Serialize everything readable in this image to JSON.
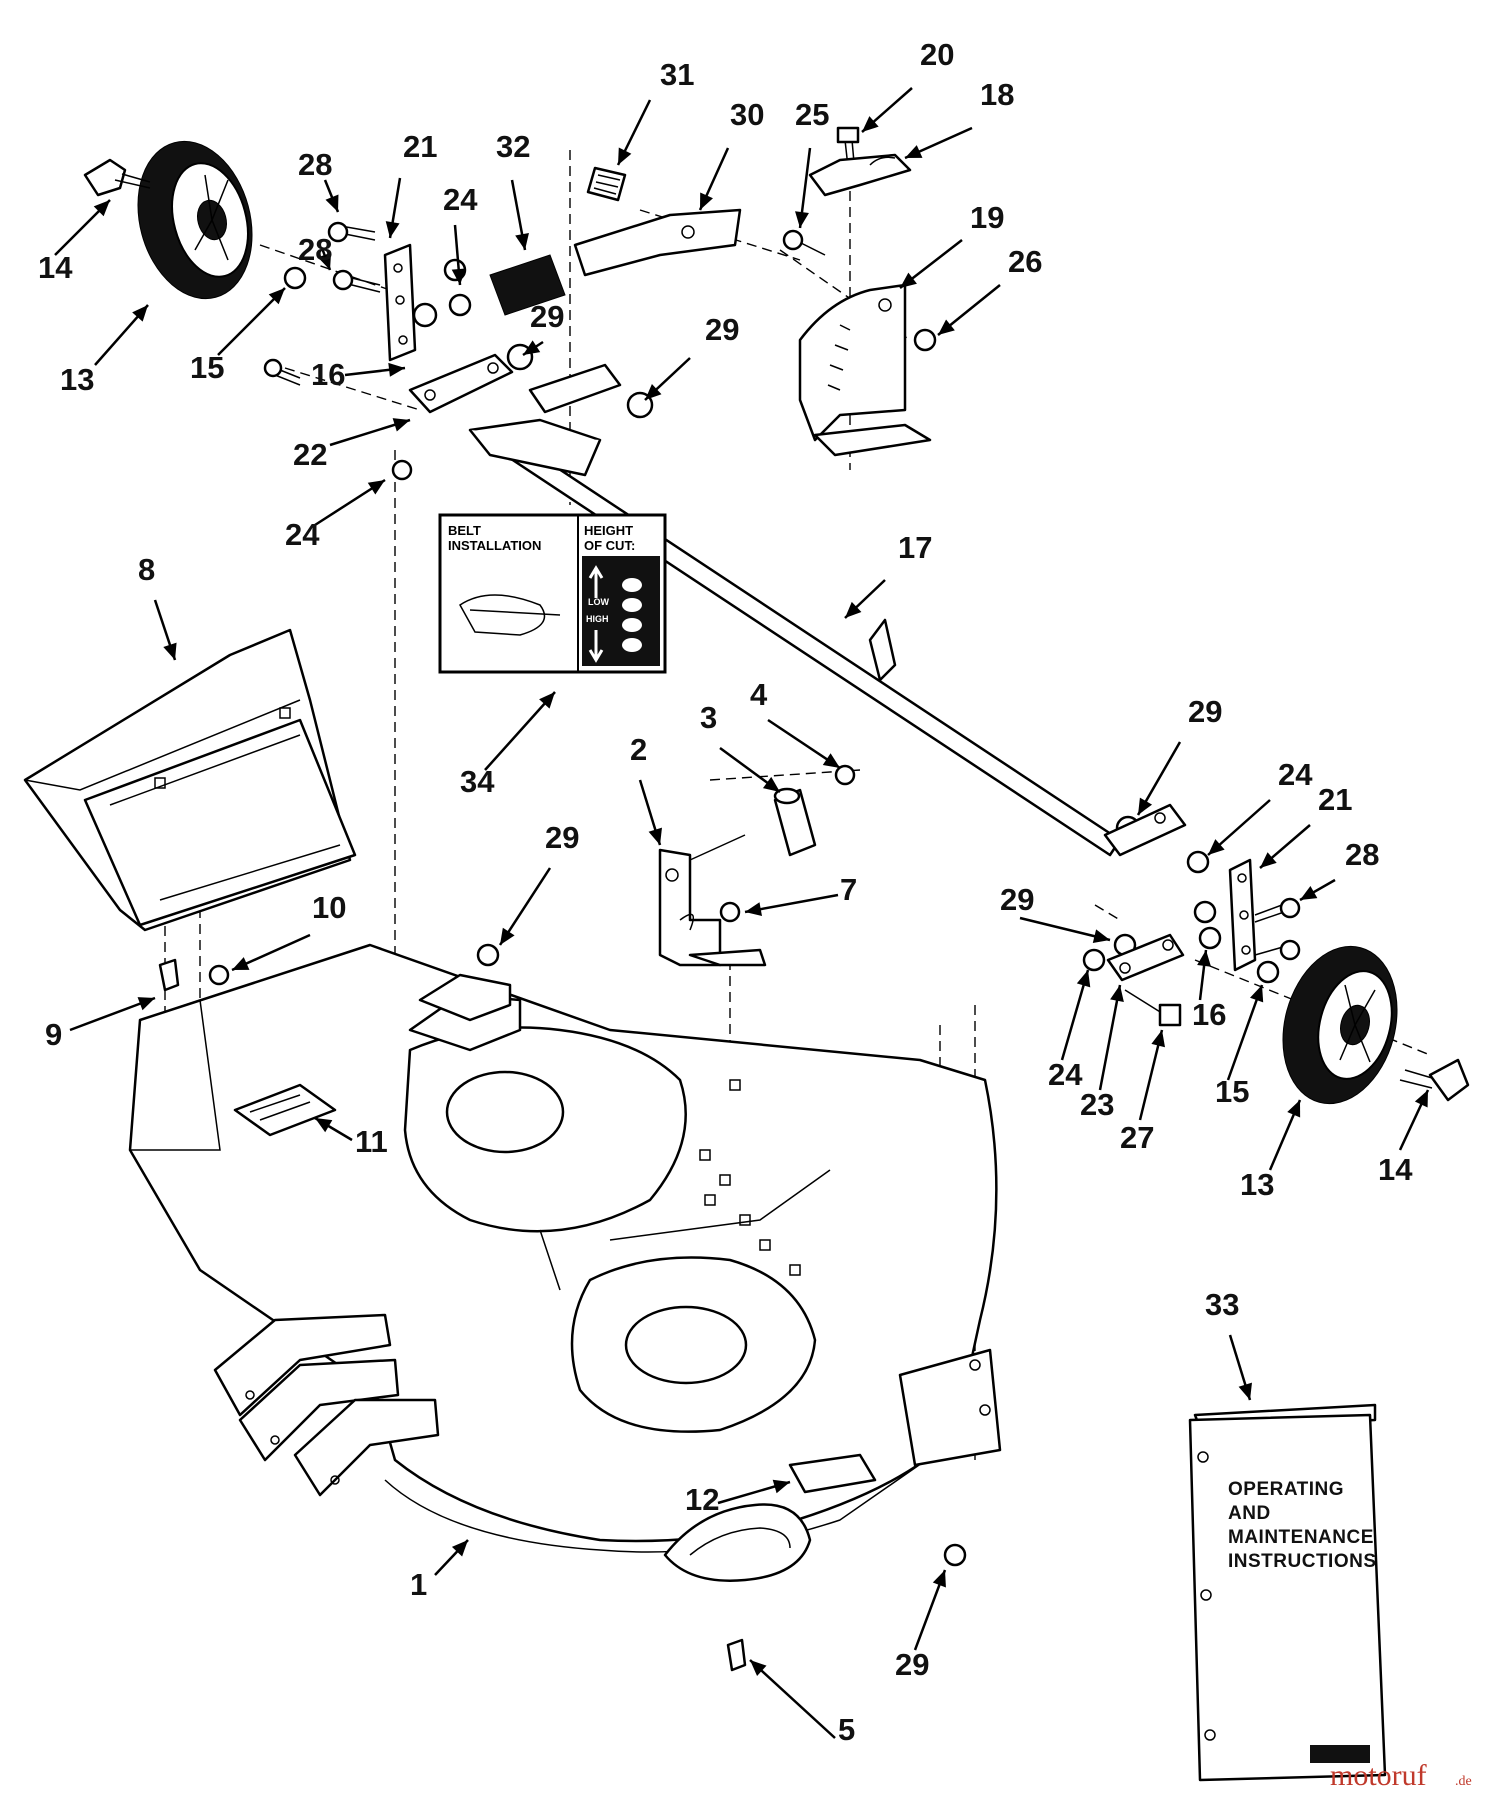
{
  "callouts": [
    {
      "id": "c14a",
      "text": "14"
    },
    {
      "id": "c13a",
      "text": "13"
    },
    {
      "id": "c15a",
      "text": "15"
    },
    {
      "id": "c28a",
      "text": "28"
    },
    {
      "id": "c28b",
      "text": "28"
    },
    {
      "id": "c21a",
      "text": "21"
    },
    {
      "id": "c24a",
      "text": "24"
    },
    {
      "id": "c16a",
      "text": "16"
    },
    {
      "id": "c22",
      "text": "22"
    },
    {
      "id": "c24b",
      "text": "24"
    },
    {
      "id": "c32",
      "text": "32"
    },
    {
      "id": "c29a",
      "text": "29"
    },
    {
      "id": "c31",
      "text": "31"
    },
    {
      "id": "c30",
      "text": "30"
    },
    {
      "id": "c29b",
      "text": "29"
    },
    {
      "id": "c25",
      "text": "25"
    },
    {
      "id": "c20",
      "text": "20"
    },
    {
      "id": "c18",
      "text": "18"
    },
    {
      "id": "c19",
      "text": "19"
    },
    {
      "id": "c26",
      "text": "26"
    },
    {
      "id": "c17",
      "text": "17"
    },
    {
      "id": "c8",
      "text": "8"
    },
    {
      "id": "c34",
      "text": "34"
    },
    {
      "id": "c2",
      "text": "2"
    },
    {
      "id": "c3",
      "text": "3"
    },
    {
      "id": "c4",
      "text": "4"
    },
    {
      "id": "c7",
      "text": "7"
    },
    {
      "id": "c29c",
      "text": "29"
    },
    {
      "id": "c10",
      "text": "10"
    },
    {
      "id": "c9",
      "text": "9"
    },
    {
      "id": "c11",
      "text": "11"
    },
    {
      "id": "c29d",
      "text": "29"
    },
    {
      "id": "c24c",
      "text": "24"
    },
    {
      "id": "c21b",
      "text": "21"
    },
    {
      "id": "c28c",
      "text": "28"
    },
    {
      "id": "c29e",
      "text": "29"
    },
    {
      "id": "c16b",
      "text": "16"
    },
    {
      "id": "c15b",
      "text": "15"
    },
    {
      "id": "c24d",
      "text": "24"
    },
    {
      "id": "c23",
      "text": "23"
    },
    {
      "id": "c27",
      "text": "27"
    },
    {
      "id": "c13b",
      "text": "13"
    },
    {
      "id": "c14b",
      "text": "14"
    },
    {
      "id": "c33",
      "text": "33"
    },
    {
      "id": "c12",
      "text": "12"
    },
    {
      "id": "c1",
      "text": "1"
    },
    {
      "id": "c29f",
      "text": "29"
    },
    {
      "id": "c5",
      "text": "5"
    }
  ],
  "decal": {
    "belt_line1": "BELT",
    "belt_line2": "INSTALLATION",
    "height_line1": "HEIGHT",
    "height_line2": "OF CUT:",
    "low": "LOW",
    "high": "HIGH"
  },
  "manual": {
    "line1": "OPERATING",
    "line2": "AND",
    "line3": "MAINTENANCE",
    "line4": "INSTRUCTIONS"
  },
  "watermark": {
    "brand": "motoruf",
    "tld": ".de"
  }
}
